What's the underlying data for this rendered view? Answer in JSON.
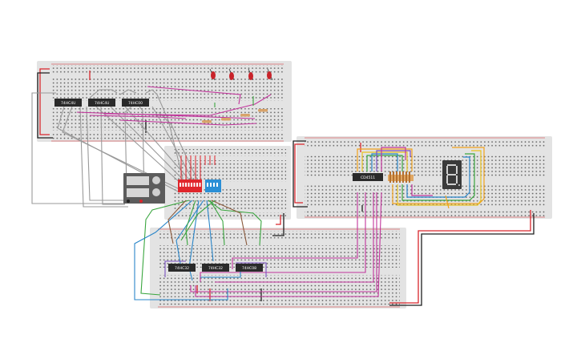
{
  "canvas": {
    "background": "#ffffff",
    "board_color": "#e3e3e3",
    "rail_red": "#d9262c",
    "rail_black": "#222222"
  },
  "components": {
    "top_ics": [
      "74HC4U",
      "74HC4U",
      "74HC00"
    ],
    "bottom_ics": [
      "74HC32",
      "74HC32",
      "74HC08"
    ],
    "decoder_ic": "CD4511",
    "dip_switch_red": {
      "positions": 8,
      "color": "#e0262c"
    },
    "dip_switch_blue": {
      "positions": 4,
      "color": "#2a8fd6"
    },
    "leds": {
      "count": 4,
      "color": "#c8232a"
    },
    "seven_segment_display": {
      "digit": "8"
    },
    "power_supply": {
      "buttons": 2
    }
  },
  "wire_colors": {
    "gray": "#9a9a9a",
    "magenta": "#c2359c",
    "green": "#3aa63f",
    "blue": "#2a86c9",
    "orange": "#f2a21b",
    "yellow": "#e8c21f",
    "purple": "#7a4fc2",
    "brown": "#8a5a3c",
    "red": "#d9262c",
    "black": "#1e1e1e"
  }
}
